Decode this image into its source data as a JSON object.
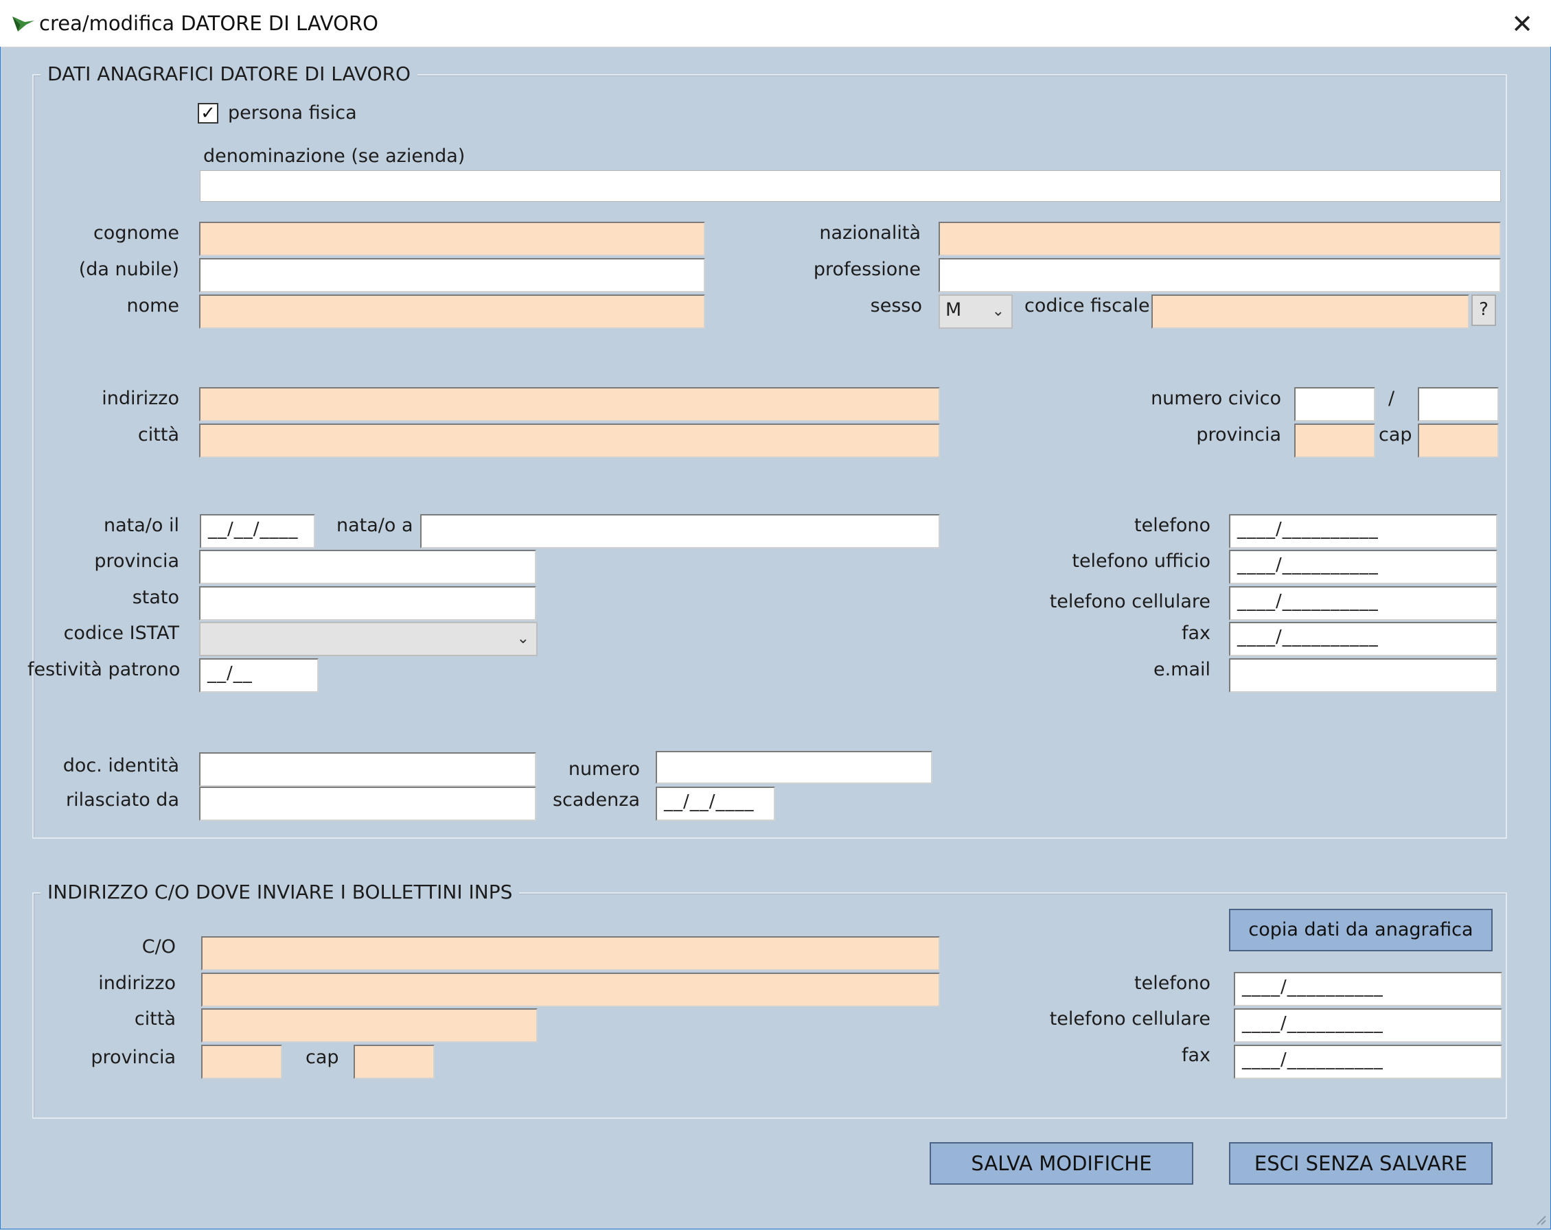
{
  "window": {
    "title": "crea/modifica DATORE DI LAVORO",
    "close_glyph": "✕"
  },
  "anagrafica": {
    "legend": "DATI ANAGRAFICI DATORE DI LAVORO",
    "persona_fisica": {
      "label": "persona fisica",
      "checked": true,
      "mark": "✓"
    },
    "denominazione_label": "denominazione (se azienda)",
    "labels": {
      "cognome": "cognome",
      "da_nubile": "(da nubile)",
      "nome": "nome",
      "nazionalita": "nazionalità",
      "professione": "professione",
      "sesso": "sesso",
      "codice_fiscale": "codice fiscale",
      "indirizzo": "indirizzo",
      "citta": "città",
      "numero_civico": "numero civico",
      "civico_sep": "/",
      "provincia": "provincia",
      "cap": "cap",
      "nato_il": "nata/o il",
      "nato_a": "nata/o a",
      "provincia_nascita": "provincia",
      "stato": "stato",
      "codice_istat": "codice ISTAT",
      "festivita": "festività patrono",
      "telefono": "telefono",
      "telefono_ufficio": "telefono ufficio",
      "telefono_cellulare": "telefono cellulare",
      "fax": "fax",
      "email": "e.mail",
      "doc_identita": "doc. identità",
      "numero": "numero",
      "rilasciato_da": "rilasciato da",
      "scadenza": "scadenza"
    },
    "values": {
      "sesso": "M",
      "nato_il": "__/__/____",
      "festivita": "__/__",
      "telefono": "____/__________",
      "telefono_ufficio": "____/__________",
      "telefono_cellulare": "____/__________",
      "fax": "____/__________",
      "scadenza": "__/__/____"
    },
    "help_button": "?"
  },
  "bollettini": {
    "legend": "INDIRIZZO C/O DOVE INVIARE I BOLLETTINI INPS",
    "copy_button": "copia dati da anagrafica",
    "labels": {
      "co": "C/O",
      "indirizzo": "indirizzo",
      "citta": "città",
      "provincia": "provincia",
      "cap": "cap",
      "telefono": "telefono",
      "telefono_cellulare": "telefono cellulare",
      "fax": "fax"
    },
    "values": {
      "telefono": "____/__________",
      "telefono_cellulare": "____/__________",
      "fax": "____/__________"
    }
  },
  "footer": {
    "save_button": "SALVA MODIFICHE",
    "exit_button": "ESCI SENZA SALVARE"
  },
  "colors": {
    "background": "#c0cfdd",
    "required_field": "#fde0c4",
    "button": "#98b4d6",
    "window_border": "#2e7fd0"
  }
}
